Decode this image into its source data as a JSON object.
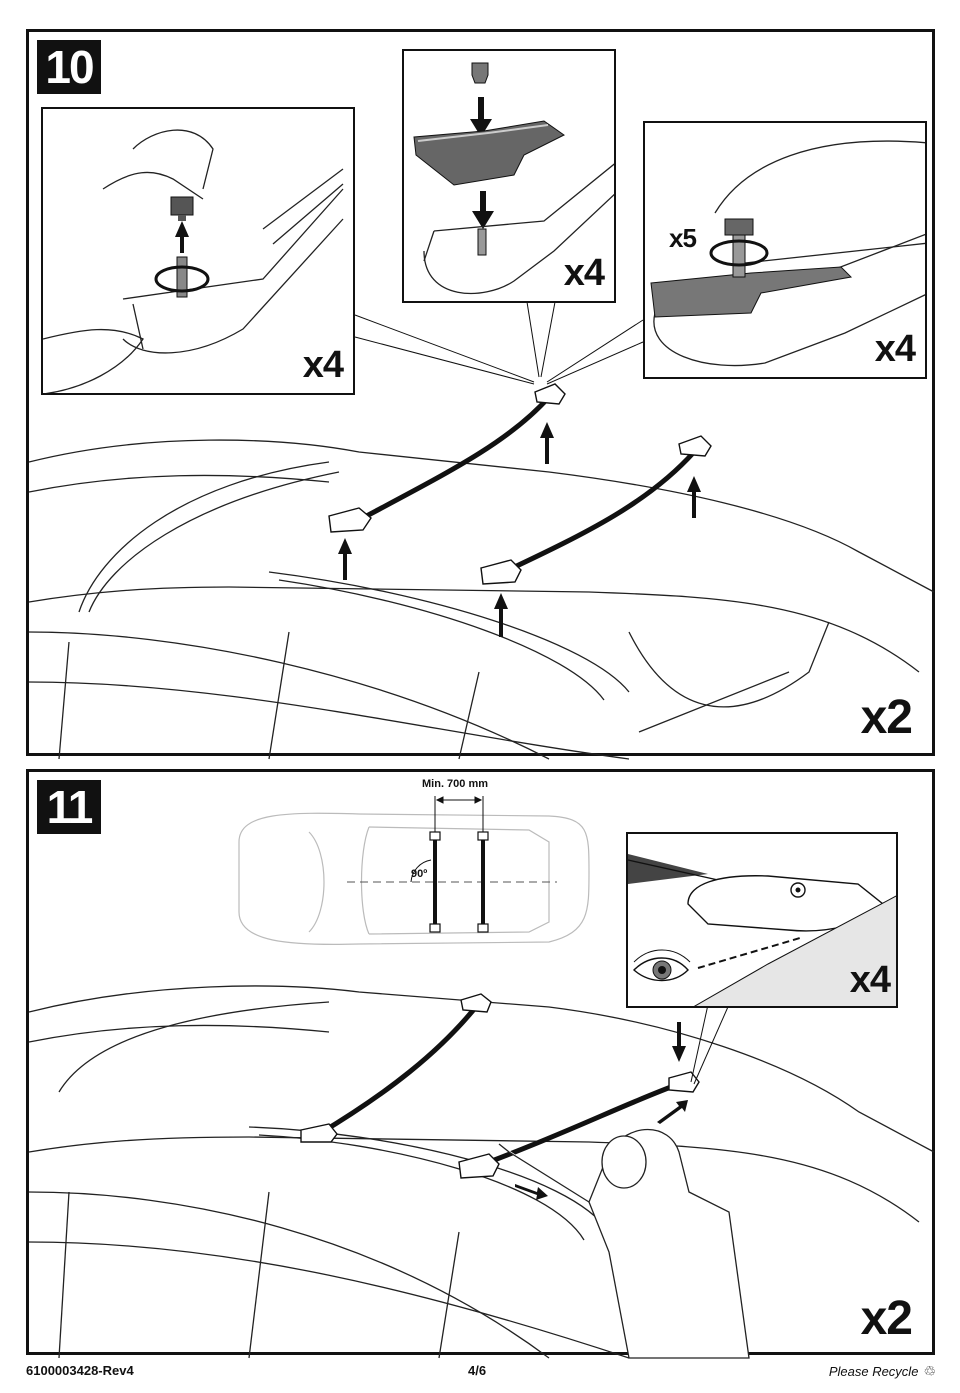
{
  "steps": [
    {
      "number": "10",
      "insets": [
        {
          "qty": "x4"
        },
        {
          "qty": "x4"
        },
        {
          "qty": "x4",
          "turns": "x5"
        }
      ],
      "qty": "x2"
    },
    {
      "number": "11",
      "dimension": "Min. 700 mm",
      "angle": "90º",
      "insets": [
        {
          "qty": "x4"
        }
      ],
      "qty": "x2"
    }
  ],
  "footer": {
    "doc_code": "6100003428-Rev4",
    "page": "4/6",
    "recycle": "Please Recycle"
  },
  "icons": [
    "thumb-screw-icon",
    "arrow-up-icon",
    "arrow-down-icon",
    "rotation-arrow-icon",
    "eye-icon",
    "recycle-icon"
  ]
}
